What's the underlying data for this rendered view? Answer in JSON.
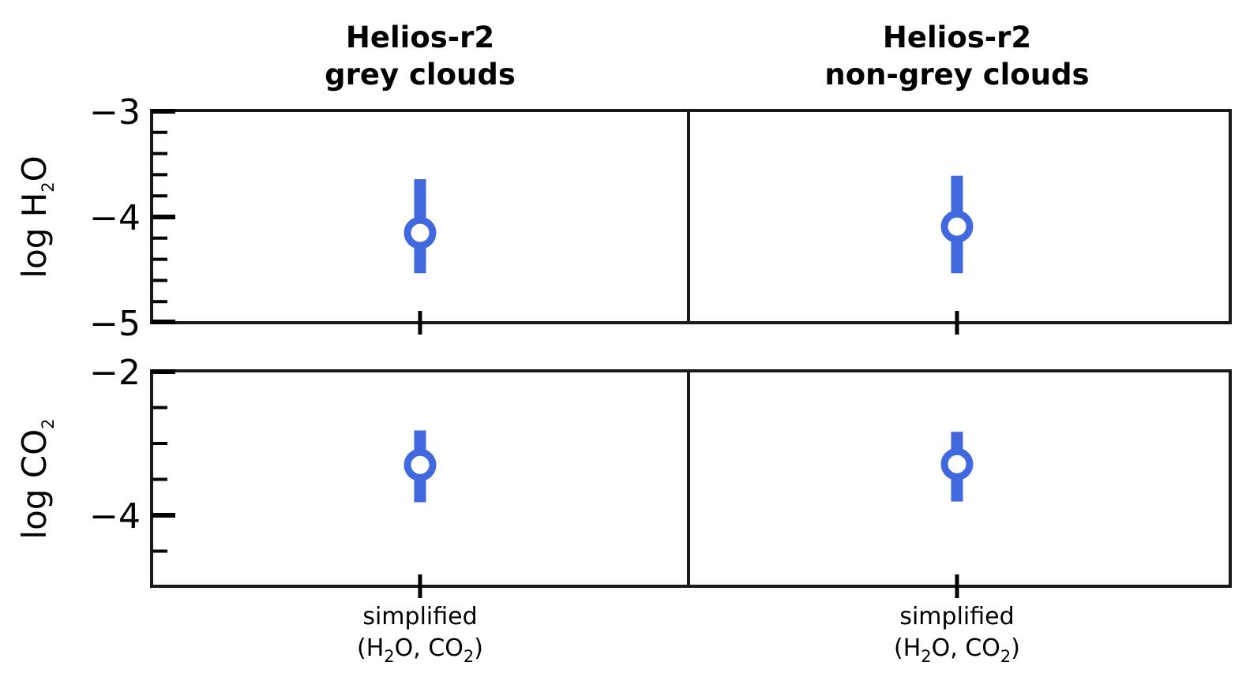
{
  "figure": {
    "background": "#ffffff",
    "marker_color": "#4169dd",
    "axis_color": "#1a1a1a"
  },
  "columns": [
    {
      "id": "grey",
      "title_line1": "Helios-r2",
      "title_line2": "grey clouds"
    },
    {
      "id": "nongrey",
      "title_line1": "Helios-r2",
      "title_line2": "non-grey clouds"
    }
  ],
  "xaxis": {
    "tick_label_line1": "simplified",
    "tick_label_line2_prefix": "(H",
    "tick_label_line2_sub1": "2",
    "tick_label_line2_mid": "O, CO",
    "tick_label_line2_sub2": "2",
    "tick_label_line2_suffix": ")",
    "categories": [
      "simplified (H2O, CO2)"
    ]
  },
  "rows": [
    {
      "id": "h2o",
      "ylabel_prefix": "log H",
      "ylabel_sub": "2",
      "ylabel_suffix": "O",
      "ylabel_plain": "log H2O",
      "ymin": -5.0,
      "ymax": -3.0,
      "major_ticks": [
        -3,
        -4,
        -5
      ],
      "major_tick_labels": [
        "−3",
        "−4",
        "−5"
      ],
      "minor_ticks": [
        -3.2,
        -3.4,
        -3.6,
        -3.8,
        -4.2,
        -4.4,
        -4.6,
        -4.8
      ]
    },
    {
      "id": "co2",
      "ylabel_prefix": "log CO",
      "ylabel_sub": "2",
      "ylabel_suffix": "",
      "ylabel_plain": "log CO2",
      "ymin": -5.0,
      "ymax": -2.0,
      "major_ticks": [
        -2,
        -4
      ],
      "major_tick_labels": [
        "−2",
        "−4"
      ],
      "minor_ticks": [
        -2.5,
        -3.0,
        -3.5,
        -4.5
      ]
    }
  ],
  "chart_data": {
    "type": "scatter",
    "title": "",
    "xlabel": "",
    "ylabel": "",
    "grid": false,
    "legend": null,
    "layout": "2 rows x 2 columns, shared x category, shared y per row",
    "panels": [
      {
        "column": "Helios-r2 grey clouds",
        "row": "log H2O",
        "ylim": [
          -5.0,
          -3.0
        ],
        "x": [
          "simplified (H2O, CO2)"
        ],
        "values": [
          -4.15
        ],
        "err_low": [
          -4.54
        ],
        "err_high": [
          -3.65
        ],
        "minus": [
          0.39
        ],
        "plus": [
          0.5
        ]
      },
      {
        "column": "Helios-r2 non-grey clouds",
        "row": "log H2O",
        "ylim": [
          -5.0,
          -3.0
        ],
        "x": [
          "simplified (H2O, CO2)"
        ],
        "values": [
          -4.09
        ],
        "err_low": [
          -4.54
        ],
        "err_high": [
          -3.61
        ],
        "minus": [
          0.45
        ],
        "plus": [
          0.48
        ]
      },
      {
        "column": "Helios-r2 grey clouds",
        "row": "log CO2",
        "ylim": [
          -5.0,
          -2.0
        ],
        "x": [
          "simplified (H2O, CO2)"
        ],
        "values": [
          -3.31
        ],
        "err_low": [
          -3.83
        ],
        "err_high": [
          -2.83
        ],
        "minus": [
          0.52
        ],
        "plus": [
          0.48
        ]
      },
      {
        "column": "Helios-r2 non-grey clouds",
        "row": "log CO2",
        "ylim": [
          -5.0,
          -2.0
        ],
        "x": [
          "simplified (H2O, CO2)"
        ],
        "values": [
          -3.3
        ],
        "err_low": [
          -3.82
        ],
        "err_high": [
          -2.85
        ],
        "minus": [
          0.52
        ],
        "plus": [
          0.45
        ]
      }
    ]
  }
}
